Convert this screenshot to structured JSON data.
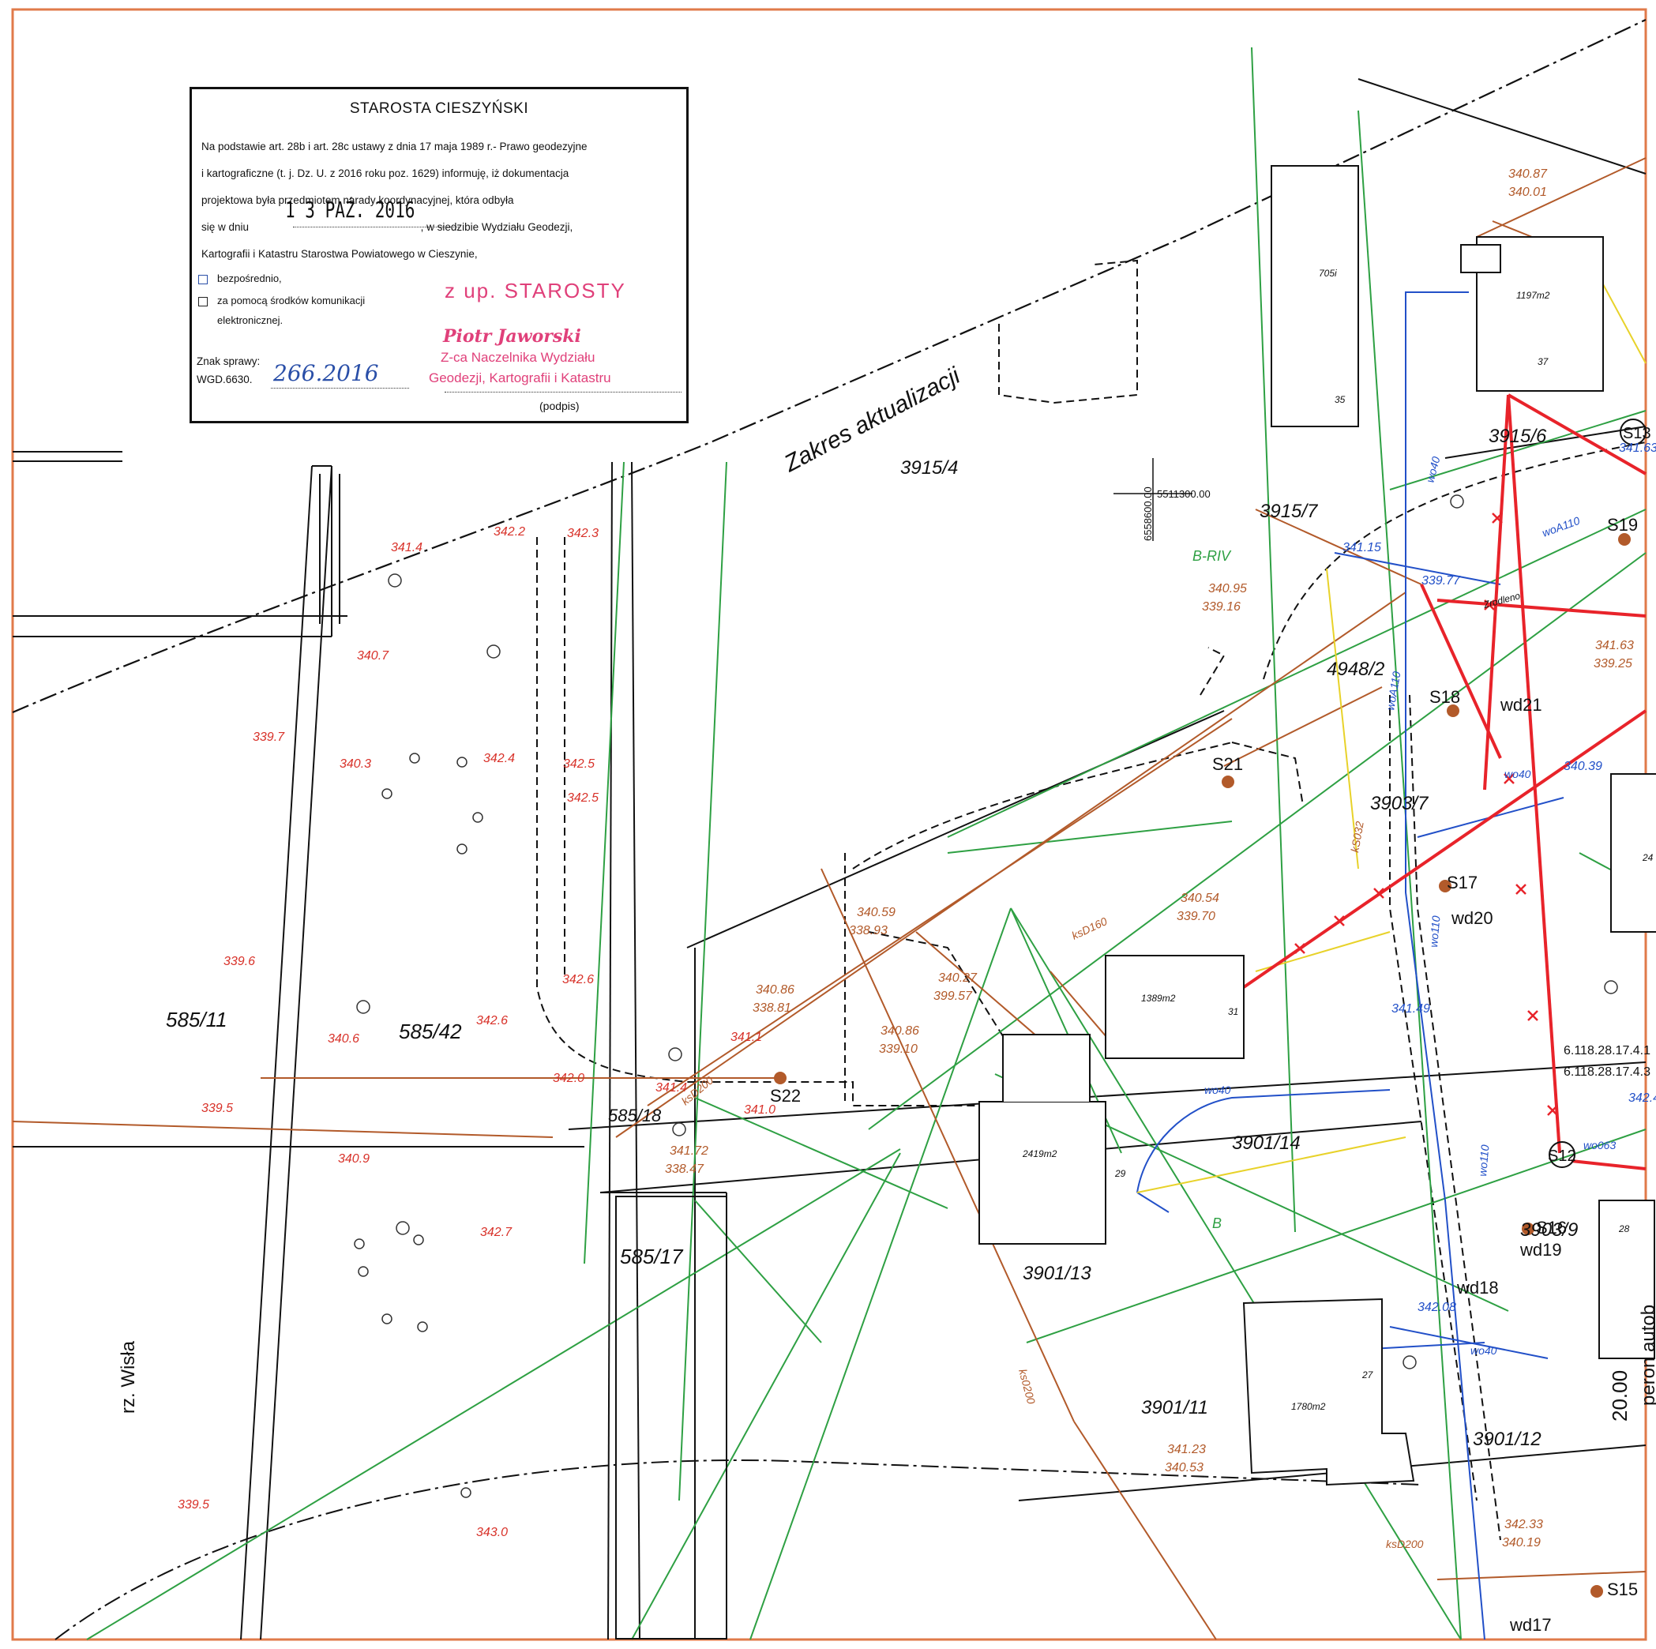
{
  "stamp": {
    "title": "STAROSTA CIESZYŃSKI",
    "line1": "Na podstawie art. 28b i art. 28c ustawy z dnia 17 maja 1989 r.- Prawo geodezyjne",
    "line2": "i kartograficzne (t. j. Dz. U. z 2016 roku poz. 1629) informuję, iż dokumentacja",
    "line3": "projektowa była przedmiotem narady koordynacyjnej, która odbyła",
    "line4_a": "się w dniu",
    "line4_b": ", w siedzibie Wydziału Geodezji,",
    "line5": "Kartografii i Katastru Starostwa Powiatowego w Cieszynie,",
    "date": "1 3 PAŹ. 2016",
    "option1": "bezpośrednio,",
    "option2_a": "za pomocą środków komunikacji",
    "option2_b": "elektronicznej.",
    "case_label": "Znak sprawy:",
    "case_prefix": "WGD.6630.",
    "case_number": "266.2016",
    "auth_line1": "z up. STAROSTY",
    "auth_name": "Piotr Jaworski",
    "auth_line2": "Z-ca Naczelnika Wydziału",
    "auth_line3": "Geodezji, Kartografii i Katastru",
    "signature_label": "(podpis)"
  },
  "map_labels": {
    "zakres": "Zakres aktualizacji",
    "parcels": [
      "3915/4",
      "3915/7",
      "3915/6",
      "4948/2",
      "3903/7",
      "585/11",
      "585/42",
      "585/18",
      "585/17",
      "3901/14",
      "3901/13",
      "3901/11",
      "3901/12",
      "3903/9"
    ],
    "river": "rz. Wisła",
    "coord_x": "5511300.00",
    "coord_y": "6558600.00",
    "points": [
      "S13",
      "S19",
      "S18",
      "S21",
      "S22",
      "S17",
      "S12",
      "S16",
      "S15"
    ],
    "water_nodes": [
      "wd21",
      "wd20",
      "wd19",
      "wd18",
      "wd17"
    ],
    "buildings": [
      {
        "area": "705i",
        "num": "35"
      },
      {
        "area": "1197m2",
        "num": "37"
      },
      {
        "area": "1389m2",
        "num": "31"
      },
      {
        "area": "2419m2",
        "num": "29"
      },
      {
        "area": "1780m2",
        "num": "27"
      },
      {
        "area": "",
        "num": "28"
      },
      {
        "area": "",
        "num": "24"
      }
    ],
    "heights_red": [
      "341.4",
      "342.2",
      "342.3",
      "340.7",
      "339.7",
      "340.3",
      "342.4",
      "342.5",
      "342.5",
      "339.6",
      "342.6",
      "340.6",
      "342.6",
      "339.5",
      "342.0",
      "341.4",
      "341.0",
      "341.1",
      "340.9",
      "342.7",
      "339.5",
      "343.0"
    ],
    "heights_pairs": [
      [
        "340.87",
        "340.01"
      ],
      [
        "340.95",
        "339.16"
      ],
      [
        "341.63",
        "339.25"
      ],
      [
        "340.59",
        "338.93"
      ],
      [
        "340.54",
        "339.70"
      ],
      [
        "340.86",
        "338.81"
      ],
      [
        "340.27",
        "399.57"
      ],
      [
        "340.86",
        "339.10"
      ],
      [
        "341.72",
        "338.47"
      ],
      [
        "341.23",
        "340.53"
      ],
      [
        "342.33",
        "340.19"
      ]
    ],
    "heights_blue": [
      "341.15",
      "339.77",
      "341.63",
      "340.39",
      "341.49",
      "342.08",
      "342.4"
    ],
    "pipes": [
      "wo40",
      "woA110",
      "wo40",
      "wo110",
      "woA110",
      "wo110",
      "wo40",
      "wo40",
      "wo063",
      "ksD200",
      "ksD160",
      "ksD200",
      "ks0200",
      "kS032"
    ],
    "misc": [
      "B-RIV",
      "B",
      "6.118.28.17.4.1",
      "6.118.28.17.4.3",
      "20.00",
      "peron autob",
      "Zrodleno"
    ]
  },
  "colors": {
    "frame": "#e07a4a",
    "green": "#2ea043",
    "brown": "#b25a2a",
    "red": "#e8232a",
    "blue": "#2250c8",
    "yellow": "#e8d22a",
    "black": "#111111"
  }
}
